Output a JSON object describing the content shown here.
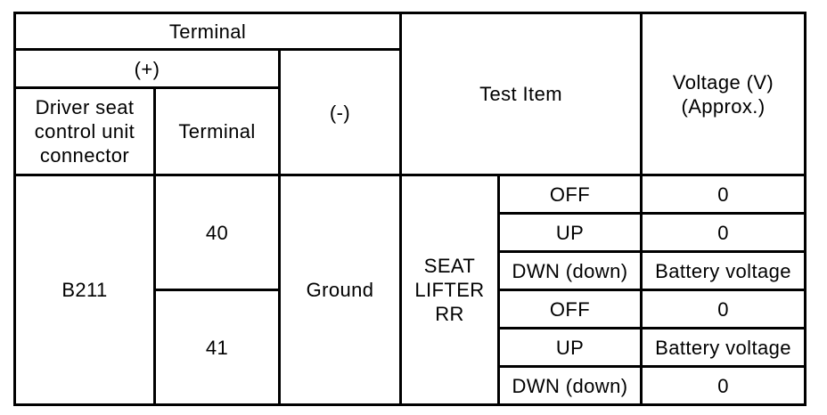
{
  "page": {
    "background": "#ffffff",
    "line_color": "#000000",
    "text_color": "#000000"
  },
  "table": {
    "header": {
      "terminal_group": "Terminal",
      "plus": "(+)",
      "connector": "Driver seat\ncontrol unit\nconnector",
      "terminal": "Terminal",
      "minus": "(-)",
      "test_item": "Test Item",
      "voltage": "Voltage (V)\n(Approx.)"
    },
    "body": {
      "connector": "B211",
      "minus": "Ground",
      "test_item": "SEAT\nLIFTER\nRR",
      "groups": [
        {
          "terminal": "40",
          "tests": [
            {
              "item": "OFF",
              "voltage": "0"
            },
            {
              "item": "UP",
              "voltage": "0"
            },
            {
              "item": "DWN (down)",
              "voltage": "Battery voltage"
            }
          ]
        },
        {
          "terminal": "41",
          "tests": [
            {
              "item": "OFF",
              "voltage": "0"
            },
            {
              "item": "UP",
              "voltage": "Battery voltage"
            },
            {
              "item": "DWN (down)",
              "voltage": "0"
            }
          ]
        }
      ]
    }
  }
}
